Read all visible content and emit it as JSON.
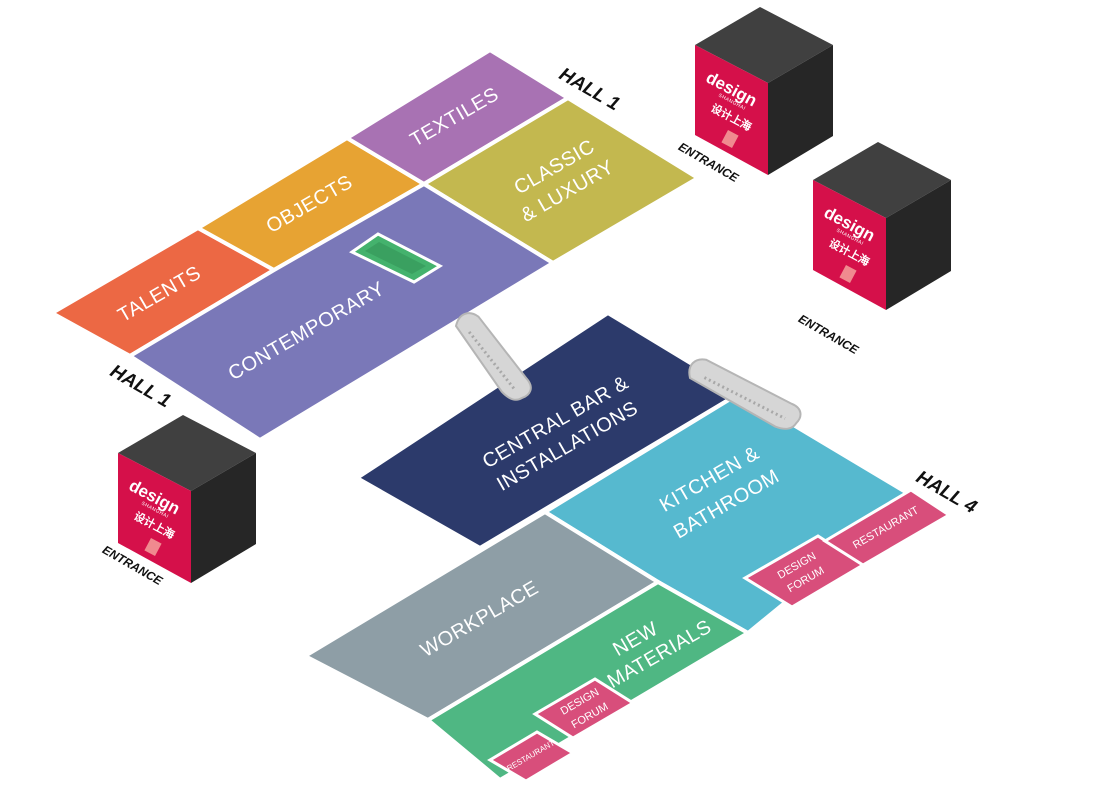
{
  "colors": {
    "talents": "#ec6844",
    "objects": "#e7a333",
    "textiles": "#a872b3",
    "classic": "#c3b84f",
    "contemporary": "#7a78b8",
    "central": "#2c3a6b",
    "kitchen": "#56b9cf",
    "workplace": "#8e9ea6",
    "materials": "#4fb783",
    "pink": "#d84e7b",
    "green_small": "#44b26d",
    "cube_front": "#d5104a",
    "cube_top": "#404040",
    "cube_side": "#262626"
  },
  "zones": {
    "talents": "TALENTS",
    "objects": "OBJECTS",
    "textiles": "TEXTILES",
    "classic_1": "CLASSIC",
    "classic_2": "& LUXURY",
    "contemporary": "CONTEMPORARY",
    "central_1": "CENTRAL BAR &",
    "central_2": "INSTALLATIONS",
    "kitchen_1": "KITCHEN &",
    "kitchen_2": "BATHROOM",
    "workplace": "WORKPLACE",
    "materials_1": "NEW",
    "materials_2": "MATERIALS",
    "forum_right_1": "DESIGN",
    "forum_right_2": "FORUM",
    "restaurant_right": "RESTAURANT",
    "forum_bottom_1": "DESIGN",
    "forum_bottom_2": "FORUM",
    "restaurant_bottom": "RESTAURANT"
  },
  "halls": {
    "top": "HALL 1",
    "left": "HALL 1",
    "right": "HALL 4"
  },
  "entrance_label": "ENTRANCE",
  "logo": {
    "word": "design",
    "sub": "SHANGHAI",
    "chinese": "设计上海"
  },
  "icons": [
    "escalator-icon",
    "escalator-icon"
  ]
}
